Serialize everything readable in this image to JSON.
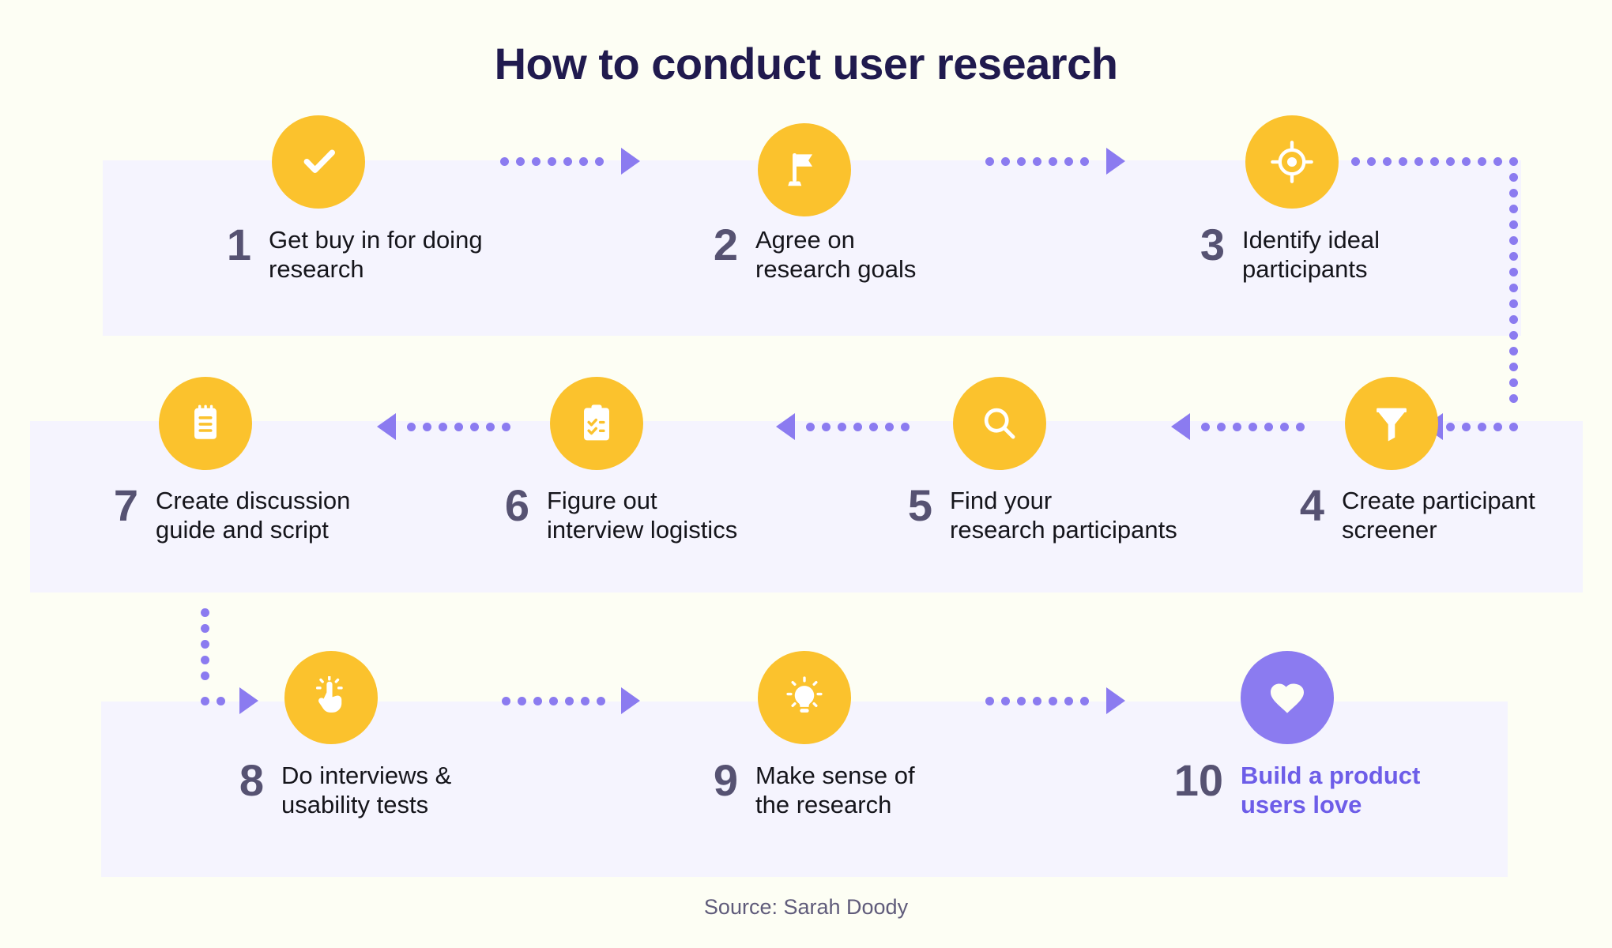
{
  "title": "How to conduct user research",
  "source": "Source: Sarah Doody",
  "colors": {
    "page_bg": "#FDFEF4",
    "band_bg": "#F5F4FE",
    "title": "#201A4E",
    "badge_yellow": "#FBC22D",
    "badge_purple": "#8B7BF0",
    "number": "#565272",
    "label": "#15151B",
    "accent_label": "#6D5DE8",
    "connector": "#8B7BF0",
    "source": "#5F5B7A"
  },
  "steps": [
    {
      "number": "1",
      "label": "Get buy in for doing\nresearch",
      "icon": "check-icon",
      "accent": false
    },
    {
      "number": "2",
      "label": "Agree on\nresearch goals",
      "icon": "flag-icon",
      "accent": false
    },
    {
      "number": "3",
      "label": "Identify ideal\nparticipants",
      "icon": "target-icon",
      "accent": false
    },
    {
      "number": "4",
      "label": "Create participant\nscreener",
      "icon": "funnel-icon",
      "accent": false
    },
    {
      "number": "5",
      "label": "Find your\nresearch participants",
      "icon": "search-icon",
      "accent": false
    },
    {
      "number": "6",
      "label": "Figure out\ninterview logistics",
      "icon": "clipboard-check-icon",
      "accent": false
    },
    {
      "number": "7",
      "label": "Create discussion\nguide and script",
      "icon": "notepad-icon",
      "accent": false
    },
    {
      "number": "8",
      "label": "Do interviews &\nusability tests",
      "icon": "tap-hand-icon",
      "accent": false
    },
    {
      "number": "9",
      "label": "Make sense of\nthe research",
      "icon": "lightbulb-icon",
      "accent": false
    },
    {
      "number": "10",
      "label": "Build a product\nusers love",
      "icon": "heart-icon",
      "accent": true
    }
  ],
  "connectors": [
    {
      "name": "connector-1-to-2",
      "direction": "right"
    },
    {
      "name": "connector-2-to-3",
      "direction": "right"
    },
    {
      "name": "connector-3-to-4",
      "direction": "down-left"
    },
    {
      "name": "connector-4-to-5",
      "direction": "left"
    },
    {
      "name": "connector-5-to-6",
      "direction": "left"
    },
    {
      "name": "connector-6-to-7",
      "direction": "left"
    },
    {
      "name": "connector-7-to-8",
      "direction": "down-right"
    },
    {
      "name": "connector-8-to-9",
      "direction": "right"
    },
    {
      "name": "connector-9-to-10",
      "direction": "right"
    }
  ]
}
